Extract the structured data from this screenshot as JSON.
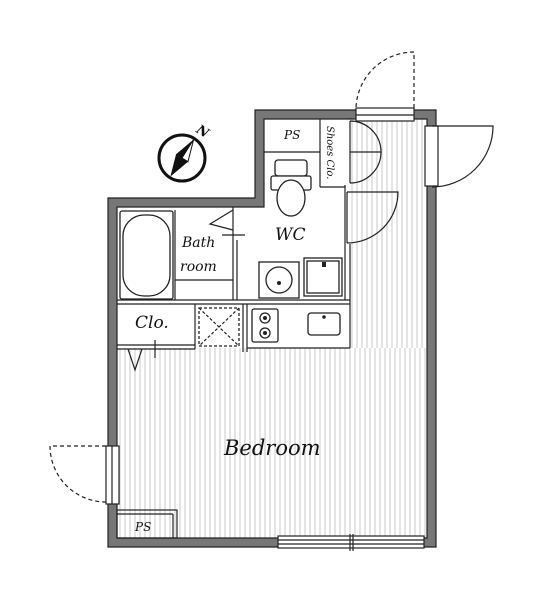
{
  "rooms": {
    "bedroom": "Bedroom",
    "wc": "WC",
    "bathroom_line1": "Bath",
    "bathroom_line2": "room",
    "closet": "Clo.",
    "shoes_closet": "Shoes Clo.",
    "ps_top": "PS",
    "ps_bottom": "PS"
  },
  "compass": {
    "north_label": "N"
  },
  "colors": {
    "wall": "#777777",
    "line": "#222222",
    "floor_lines": "#bbbbbb"
  }
}
